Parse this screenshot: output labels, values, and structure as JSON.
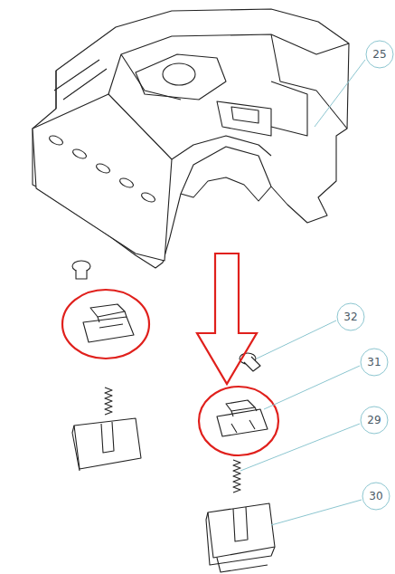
{
  "diagram": {
    "labels": [
      "25",
      "32",
      "31",
      "29",
      "30"
    ]
  }
}
